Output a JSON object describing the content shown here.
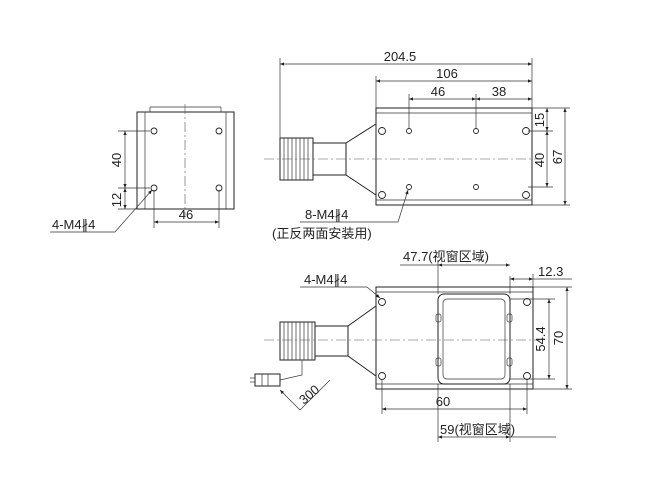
{
  "dimensions": {
    "total_length": "204.5",
    "body_length": "106",
    "hole_spacing_46_top": "46",
    "hole_spacing_38": "38",
    "edge_15": "15",
    "hole_spacing_40_right": "40",
    "height_67": "67",
    "side_40": "40",
    "side_12": "12",
    "side_46": "46",
    "window_47_7": "47.7(视窗区域)",
    "edge_12_3": "12.3",
    "window_54_4": "54.4",
    "height_70": "70",
    "bottom_60": "60",
    "window_59": "59(视窗区域)",
    "cable_300": "300"
  },
  "callouts": {
    "side_holes": "4-M4∦4",
    "top_holes_line1": "8-M4∦4",
    "top_holes_line2": "(正反两面安装用)",
    "bottom_holes": "4-M4∦4"
  }
}
